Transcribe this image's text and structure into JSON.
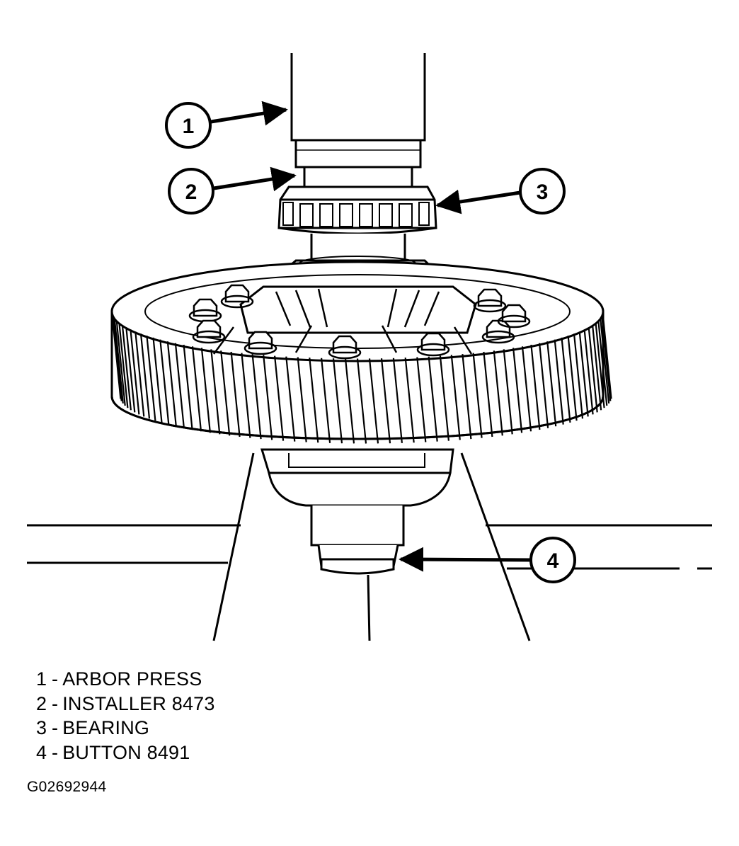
{
  "callouts": [
    {
      "num": "1",
      "label": "ARBOR PRESS"
    },
    {
      "num": "2",
      "label": "INSTALLER 8473"
    },
    {
      "num": "3",
      "label": "BEARING"
    },
    {
      "num": "4",
      "label": "BUTTON 8491"
    }
  ],
  "legend_separator": "-",
  "figure_id": "G02692944",
  "colors": {
    "line": "#000000",
    "fill": "#ffffff"
  }
}
